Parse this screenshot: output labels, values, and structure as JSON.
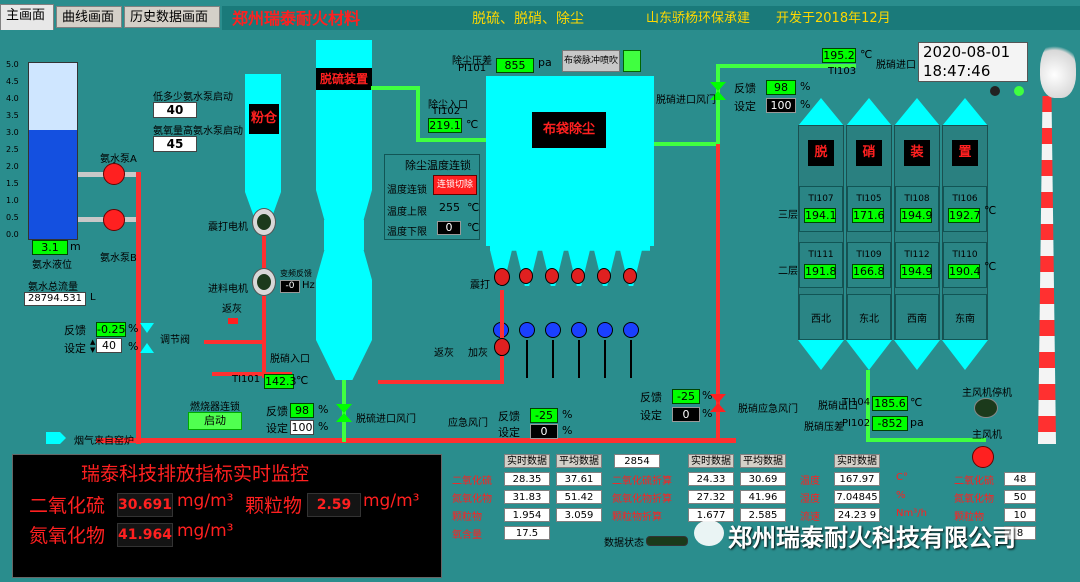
{
  "tabs": [
    {
      "label": "主画面"
    },
    {
      "label": "曲线画面"
    },
    {
      "label": "历史数据画面"
    }
  ],
  "header": {
    "company": "郑州瑞泰耐火材料",
    "process": "脱硫、脱硝、除尘",
    "builder": "山东骄杨环保承建",
    "developed": "开发于2018年12月"
  },
  "datetime": {
    "date": "2020-08-01",
    "time": "18:47:46"
  },
  "ammonia": {
    "scale": [
      "5.0",
      "4.5",
      "4.0",
      "3.5",
      "3.0",
      "2.5",
      "2.0",
      "1.5",
      "1.0",
      "0.5",
      "0.0"
    ],
    "level_fraction": 0.62,
    "level_value": "3.1",
    "level_unit": "m",
    "level_label": "氨水液位",
    "pump_a": "氨水泵A",
    "pump_b": "氨水泵B",
    "min_start_label": "低多少氨水泵启动",
    "min_start_value": "40",
    "max_stop_label": "氨氧量高氨水泵启动",
    "max_stop_value": "45",
    "total_flow_label": "氨水总流量",
    "total_flow_value": "28794.531",
    "total_flow_unit": "L",
    "feedback_label": "反馈",
    "feedback_value": "-0.25",
    "set_label": "设定",
    "set_value": "40",
    "pct": "%",
    "valve_label": "调节阀"
  },
  "powder": {
    "label": "粉仓",
    "motor1": "震打电机",
    "motor2": "进料电机",
    "freq_label": "变频反馈",
    "freq_value": "-0",
    "freq_unit": "Hz",
    "return_label": "返灰",
    "inlet_label": "脱硝入口",
    "ti101_label": "TI101",
    "ti101_value": "142.3",
    "deg": "℃"
  },
  "burner": {
    "label": "燃烧器连锁",
    "btn": "启动",
    "flue_label": "烟气来自窑炉"
  },
  "desulf": {
    "label": "脱硫装置",
    "feedback_label": "反馈",
    "feedback_value": "98",
    "set_label": "设定",
    "set_value": "100",
    "pct": "%",
    "valve_label": "脱硫进口风门"
  },
  "bag": {
    "label": "布袋除尘",
    "pressure_label": "除尘压差",
    "pressure_tag": "PI101",
    "pressure_value": "855",
    "pressure_unit": "pa",
    "pulse_btn": "布袋脉冲喷吹",
    "inlet_label": "除尘入口",
    "inlet_tag": "TI102",
    "inlet_value": "219.1",
    "interlock_title": "除尘温度连锁",
    "temp_interlock": "温度连锁",
    "interlock_btn": "连锁切除",
    "upper_label": "温度上限",
    "upper_value": "255",
    "lower_label": "温度下限",
    "lower_value": "0",
    "shake": "震打",
    "add_ash": "加灰",
    "return_ash": "返灰",
    "feedback_label": "反馈",
    "feedback_value": "-25",
    "set_label": "设定",
    "set_value": "0",
    "pct": "%",
    "emerg_label": "应急风门",
    "fb2_value": "-25",
    "set2_value": "0"
  },
  "denox": {
    "inlet_label": "脱硝进口",
    "inlet_value": "195.2",
    "inlet_tag": "TI103",
    "inlet_valve": "脱硝进口风门",
    "feedback_label": "反馈",
    "feedback_value": "98",
    "set_label": "设定",
    "set_value": "100",
    "pct": "%",
    "headers": [
      "脱",
      "硝",
      "装",
      "置"
    ],
    "row3": "三层",
    "row2": "二层",
    "tags3": [
      "TI107",
      "TI105",
      "TI108",
      "TI106"
    ],
    "vals3": [
      "194.1",
      "171.6",
      "194.9",
      "192.7"
    ],
    "tags2": [
      "TI111",
      "TI109",
      "TI112",
      "TI110"
    ],
    "vals2": [
      "191.8",
      "166.8",
      "194.9",
      "190.4"
    ],
    "sections": [
      "西北",
      "东北",
      "西南",
      "东南"
    ],
    "emerg_valve": "脱硝应急风门",
    "outlet_label": "脱硝出口",
    "outlet_tag": "TI104",
    "outlet_value": "185.6",
    "press_label": "脱硝压差",
    "press_tag": "PI102",
    "press_value": "-852",
    "press_unit": "pa",
    "fan_stop": "主风机停机",
    "fan": "主风机"
  },
  "monitor": {
    "title": "瑞泰科技排放指标实时监控",
    "so2_label": "二氧化硫",
    "so2_value": "30.691",
    "unit": "mg/m³",
    "pm_label": "颗粒物",
    "pm_value": "2.59",
    "nox_label": "氮氧化物",
    "nox_value": "41.964"
  },
  "table": {
    "h1": "实时数据",
    "h2": "平均数据",
    "count": "2854",
    "h3": "实时数据",
    "h4": "平均数据",
    "h5": "实时数据",
    "rows_left": [
      {
        "label": "二氧化硫",
        "rt": "28.35",
        "avg": "37.61"
      },
      {
        "label": "氮氧化物",
        "rt": "31.83",
        "avg": "51.42"
      },
      {
        "label": "颗粒物",
        "rt": "1.954",
        "avg": "3.059"
      },
      {
        "label": "氧含量",
        "rt": "17.5",
        "avg": ""
      }
    ],
    "rows_mid": [
      {
        "label": "二氧化硫折算",
        "rt": "24.33",
        "avg": "30.69"
      },
      {
        "label": "氮氧化物折算",
        "rt": "27.32",
        "avg": "41.96"
      },
      {
        "label": "颗粒物折算",
        "rt": "1.677",
        "avg": "2.585"
      }
    ],
    "rows_right": [
      {
        "label": "温度",
        "rt": "167.97",
        "unit": "C°"
      },
      {
        "label": "湿度",
        "rt": "7.04845",
        "unit": "%"
      },
      {
        "label": "流速",
        "rt": "24.23 9",
        "unit": "Nm³/h"
      }
    ],
    "status_label": "数据状态",
    "far": [
      {
        "label": "二氧化硫",
        "value": "48"
      },
      {
        "label": "氮氧化物",
        "value": "50"
      },
      {
        "label": "颗粒物",
        "value": "10"
      },
      {
        "label": "",
        "value": "8"
      }
    ]
  },
  "watermark": "郑州瑞泰耐火科技有限公司",
  "colors": {
    "bg": "#2a8d8d",
    "pipe_red": "#ff3030",
    "pipe_green": "#40ff40",
    "equipment": "#00ffff",
    "value_green": "#00ff00"
  }
}
